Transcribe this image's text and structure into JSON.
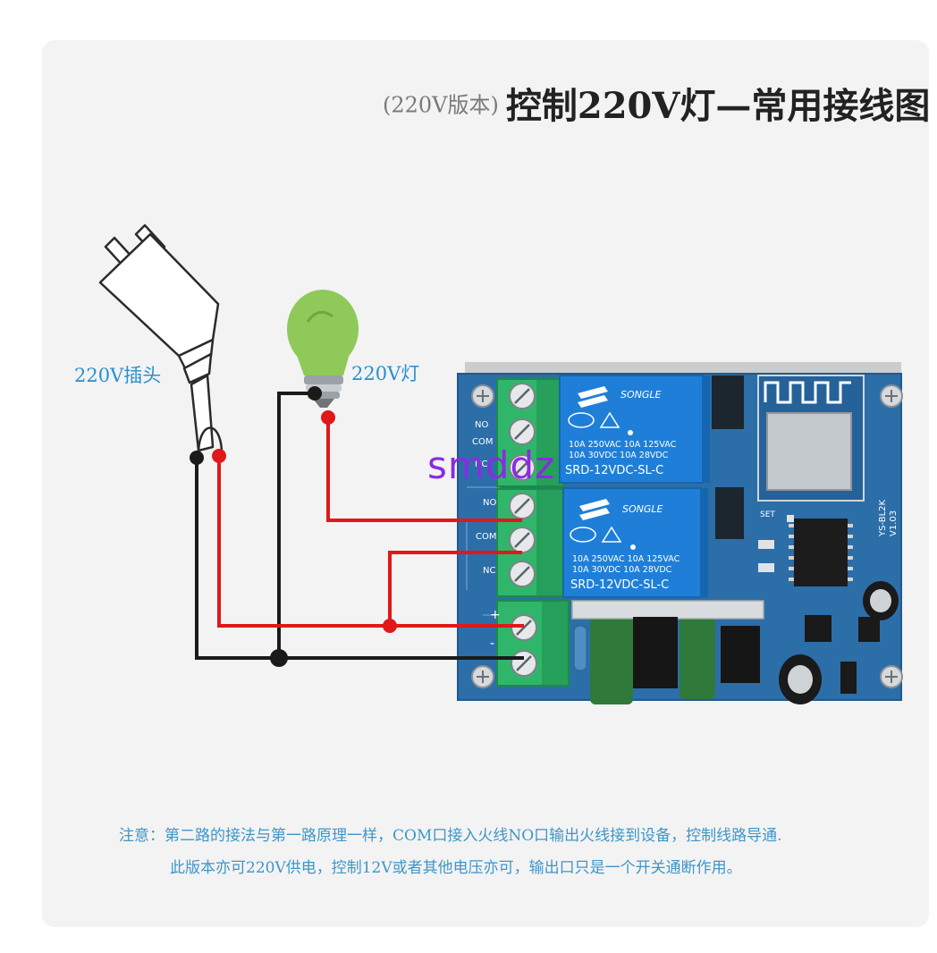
{
  "title": {
    "prefix": "(220V版本)",
    "main": "控制220V灯—常用接线图"
  },
  "labels": {
    "plug": "220V插头",
    "lamp": "220V灯"
  },
  "terminals": {
    "top": [
      "NO",
      "COM",
      "NC"
    ],
    "bottom": [
      "NO",
      "COM",
      "NC"
    ],
    "power": [
      "+",
      "-"
    ]
  },
  "relays": [
    {
      "brand": "SONGLE",
      "specs1": "10A 250VAC  10A 125VAC",
      "specs2": "10A 30VDC  10A 28VDC",
      "model": "SRD-12VDC-SL-C"
    },
    {
      "brand": "SONGLE",
      "specs1": "10A 250VAC  10A 125VAC",
      "specs2": "10A 30VDC  10A 28VDC",
      "model": "SRD-12VDC-SL-C"
    }
  ],
  "board": {
    "id": "YS-BL2K",
    "version": "V1.03",
    "set_label": "SET"
  },
  "watermark": "smddz",
  "notes": {
    "line1": "注意：第二路的接法与第一路原理一样，COM口接入火线NO口输出火线接到设备，控制线路导通.",
    "line2": "此版本亦可220V供电，控制12V或者其他电压亦可，输出口只是一个开关通断作用。"
  },
  "colors": {
    "wire_live": "#e01818",
    "wire_neutral": "#1a1a1a",
    "board": "#2c6ea8",
    "terminal": "#2fb66a",
    "relay": "#1f7fd8",
    "lamp": "#8fc95a",
    "label_blue": "#2a8fd0"
  },
  "icons": [
    "plug-icon",
    "bulb-icon",
    "relay-board-icon",
    "wifi-antenna-icon"
  ]
}
